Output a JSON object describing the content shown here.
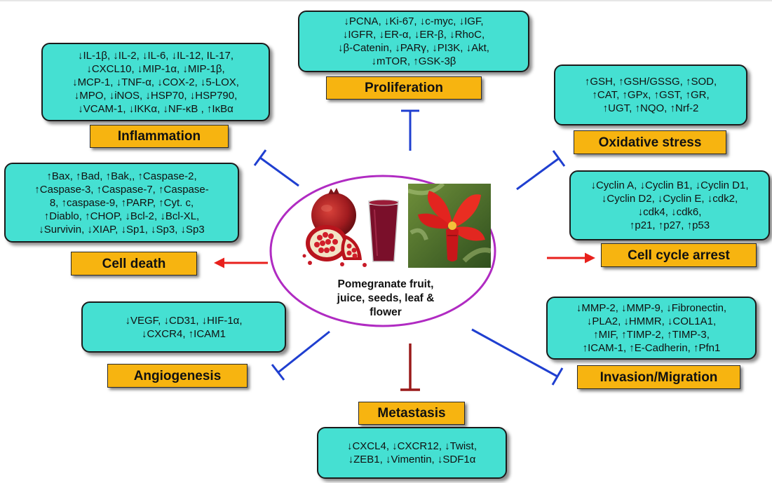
{
  "center": {
    "title": "Pomegranate fruit, juice, seeds, leaf & flower"
  },
  "nodes": {
    "proliferation": {
      "label": "Proliferation",
      "lines": [
        "↓PCNA, ↓Ki-67, ↓c-myc, ↓IGF,",
        "↓IGFR, ↓ER-α, ↓ER-β, ↓RhoC,",
        "↓β-Catenin, ↓PARγ, ↓PI3K, ↓Akt,",
        "↓mTOR, ↑GSK-3β"
      ]
    },
    "inflammation": {
      "label": "Inflammation",
      "lines": [
        "↓IL-1β, ↓IL-2, ↓IL-6, ↓IL-12, IL-17,",
        "↓CXCL10, ↓MIP-1α, ↓MIP-1β,",
        "↓MCP-1, ↓TNF-α, ↓COX-2, ↓5-LOX,",
        "↓MPO, ↓iNOS, ↓HSP70, ↓HSP790,",
        "↓VCAM-1, ↓IKKα, ↓NF-κB , ↑IκBα"
      ]
    },
    "oxidative_stress": {
      "label": "Oxidative stress",
      "lines": [
        "↑GSH, ↑GSH/GSSG, ↑SOD,",
        "↑CAT, ↑GPx, ↑GST, ↑GR,",
        "↑UGT, ↑NQO, ↑Nrf-2"
      ]
    },
    "cell_death": {
      "label": "Cell death",
      "lines": [
        "↑Bax, ↑Bad, ↑Bak,, ↑Caspase-2,",
        "↑Caspase-3, ↑Caspase-7, ↑Caspase-",
        "8, ↑caspase-9, ↑PARP, ↑Cyt. c,",
        "↑Diablo, ↑CHOP, ↓Bcl-2, ↓Bcl-XL,",
        "↓Survivin, ↓XIAP, ↓Sp1, ↓Sp3, ↓Sp3"
      ]
    },
    "cell_cycle_arrest": {
      "label": "Cell cycle arrest",
      "lines": [
        "↓Cyclin A, ↓Cyclin B1, ↓Cyclin D1,",
        "↓Cyclin D2, ↓Cyclin E, ↓cdk2,",
        "↓cdk4, ↓cdk6,",
        "↑p21, ↑p27, ↑p53"
      ]
    },
    "angiogenesis": {
      "label": "Angiogenesis",
      "lines": [
        "↓VEGF, ↓CD31, ↓HIF-1α,",
        "↓CXCR4, ↑ICAM1"
      ]
    },
    "invasion_migration": {
      "label": "Invasion/Migration",
      "lines": [
        "↓MMP-2, ↓MMP-9, ↓Fibronectin,",
        "↓PLA2, ↓HMMR, ↓COL1A1,",
        "↑MIF, ↑TIMP-2, ↑TIMP-3,",
        "↑ICAM-1, ↑E-Cadherin, ↑Pfn1"
      ]
    },
    "metastasis": {
      "label": "Metastasis",
      "lines": [
        "↓CXCL4, ↓CXCR12, ↓Twist,",
        "↓ZEB1,  ↓Vimentin, ↓SDF1α"
      ]
    }
  },
  "colors": {
    "box_fill": "#45e0d2",
    "label_fill": "#f7b410",
    "ellipse_stroke": "#b02bc2",
    "inhibit_blue": "#1f3fd0",
    "arrow_red": "#e8201c",
    "inhibit_darkred": "#9a1a1a"
  },
  "icons": {
    "fruit": "pomegranate-fruit-and-juice-image",
    "flower": "pomegranate-flower-image"
  }
}
